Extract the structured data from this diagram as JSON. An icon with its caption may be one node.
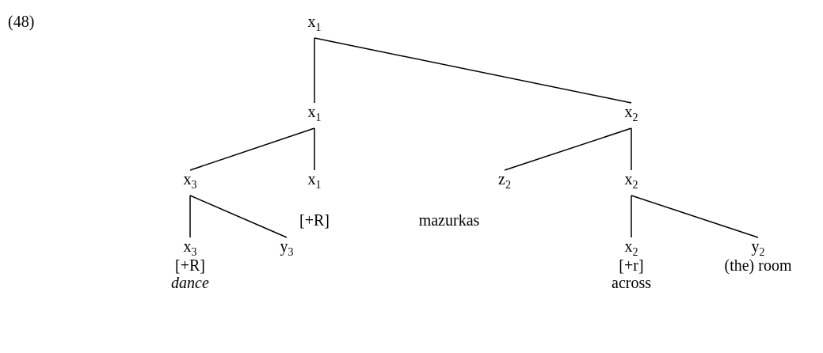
{
  "diagram": {
    "nodes": [
      {
        "text": [
          "x$_{1}$"
        ]
      },
      {
        "text": [
          "x$_{1}$"
        ]
      },
      {
        "text": [
          "x$_{2}$"
        ]
      },
      {
        "text": [
          "x$_{3}$"
        ]
      },
      {
        "text": [
          "x$_{1}$"
        ],
        "beside": [
          "[+R]"
        ]
      },
      {
        "text": [
          "z$_{2}$"
        ],
        "beside": [
          "mazurkas"
        ]
      },
      {
        "text": [
          "x$_{2}$"
        ]
      },
      {
        "text": [
          "x$_{3}$"
        ],
        "beside": [
          "[+R]",
          "dance"
        ]
      },
      {
        "text": [
          "y$_{3}$"
        ]
      },
      {
        "text": [
          "x$_{2}$"
        ],
        "beside": [
          "[+r]",
          "across"
        ]
      },
      {
        "text": [
          "y$_{2}$"
        ],
        "beside": [
          "(the) room"
        ]
      }
    ],
    "edges": [
      {
        "from": 0,
        "to": 1,
        "arrow": "none"
      },
      {
        "from": 0,
        "to": 2,
        "arrow": "none"
      },
      {
        "from": 1,
        "to": 3,
        "arrow": "none"
      },
      {
        "from": 1,
        "to": 4,
        "arrow": "none"
      },
      {
        "from": 2,
        "to": 5,
        "arrow": "none"
      },
      {
        "from": 2,
        "to": 6,
        "arrow": "none"
      },
      {
        "from": 3,
        "to": 7,
        "arrow": "none"
      },
      {
        "from": 3,
        "to": 8,
        "arrow": "none"
      },
      {
        "from": 6,
        "to": 9,
        "arrow": "none"
      },
      {
        "from": 6,
        "to": 10,
        "arrow": "none"
      }
    ],
    "labels": [
      "(48)"
    ]
  }
}
